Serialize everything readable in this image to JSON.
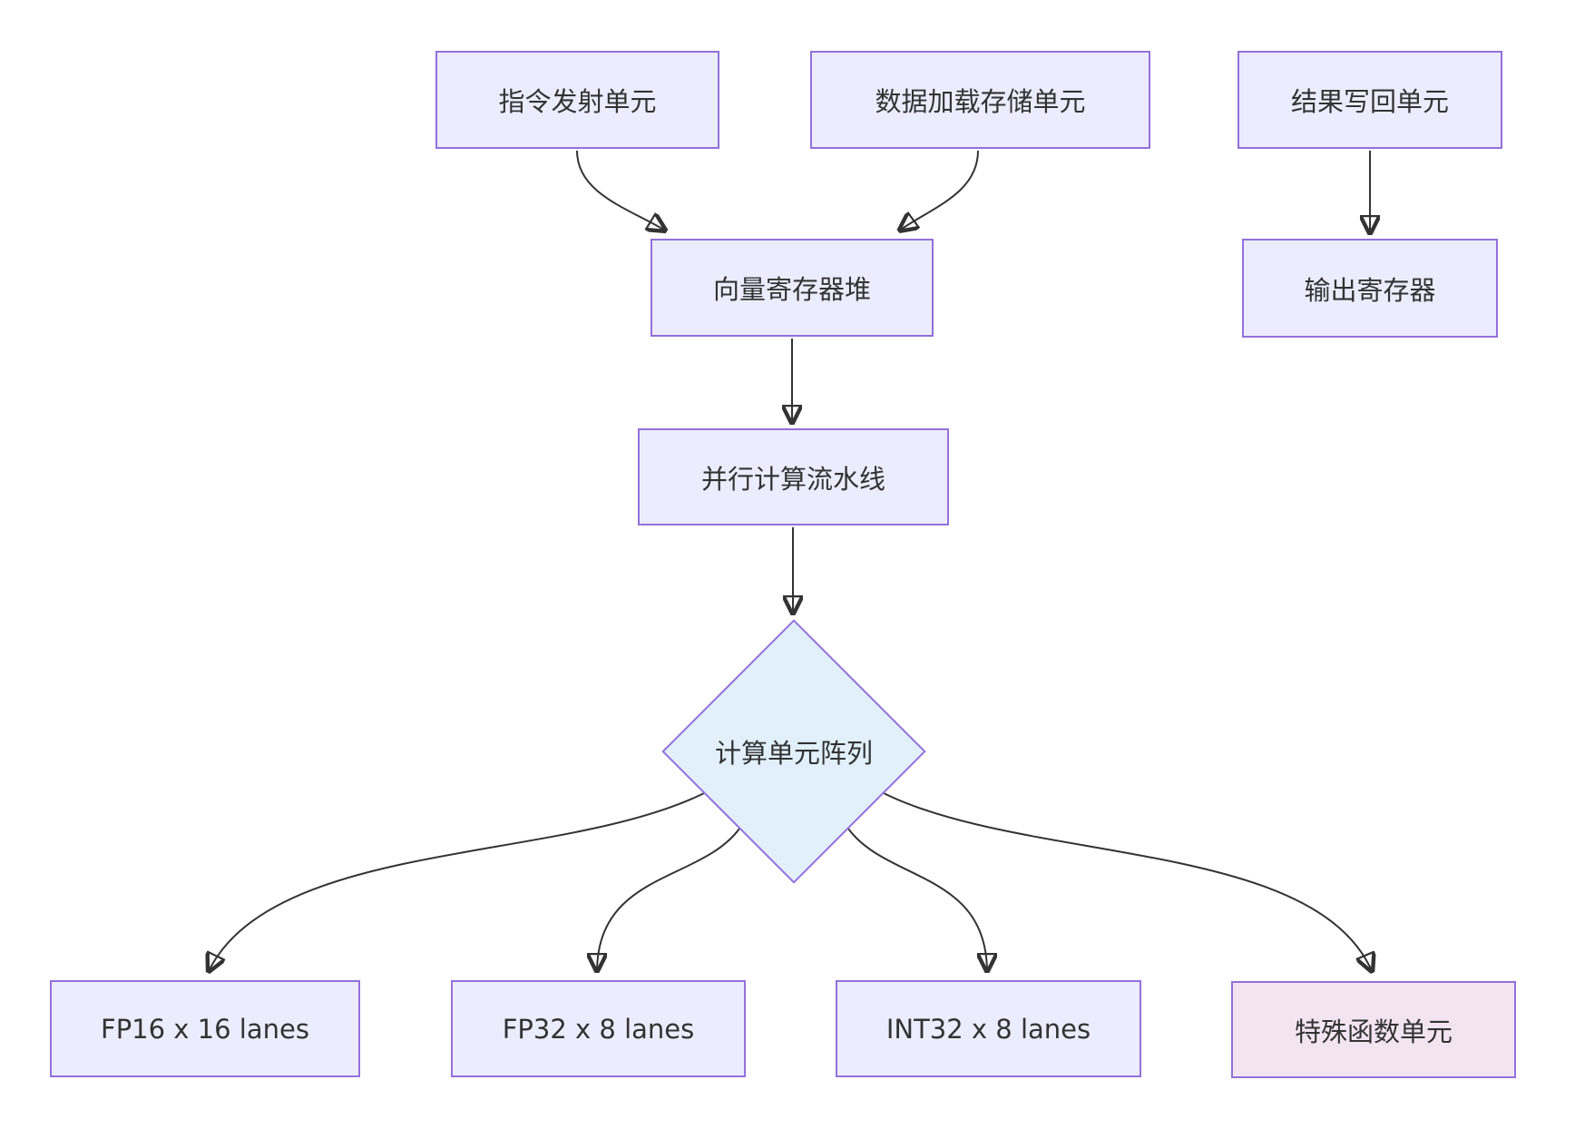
{
  "diagram": {
    "type": "flowchart",
    "direction": "top-down",
    "nodes": {
      "issue": {
        "label": "指令发射单元",
        "shape": "rect",
        "fill": "#ECECFF"
      },
      "loadstore": {
        "label": "数据加载存储单元",
        "shape": "rect",
        "fill": "#ECECFF"
      },
      "writeback": {
        "label": "结果写回单元",
        "shape": "rect",
        "fill": "#ECECFF"
      },
      "vrf": {
        "label": "向量寄存器堆",
        "shape": "rect",
        "fill": "#ECECFF"
      },
      "outreg": {
        "label": "输出寄存器",
        "shape": "rect",
        "fill": "#ECECFF"
      },
      "pipeline": {
        "label": "并行计算流水线",
        "shape": "rect",
        "fill": "#ECECFF"
      },
      "cuarray": {
        "label": "计算单元阵列",
        "shape": "diamond",
        "fill": "#E1F0FB"
      },
      "fp16": {
        "label": "FP16 x 16 lanes",
        "shape": "rect",
        "fill": "#ECECFF"
      },
      "fp32": {
        "label": "FP32 x 8 lanes",
        "shape": "rect",
        "fill": "#ECECFF"
      },
      "int32": {
        "label": "INT32 x 8 lanes",
        "shape": "rect",
        "fill": "#ECECFF"
      },
      "sfu": {
        "label": "特殊函数单元",
        "shape": "rect",
        "fill": "#F2E4F1"
      }
    },
    "edges": [
      {
        "from": "issue",
        "to": "vrf"
      },
      {
        "from": "loadstore",
        "to": "vrf"
      },
      {
        "from": "writeback",
        "to": "outreg"
      },
      {
        "from": "vrf",
        "to": "pipeline"
      },
      {
        "from": "pipeline",
        "to": "cuarray"
      },
      {
        "from": "cuarray",
        "to": "fp16"
      },
      {
        "from": "cuarray",
        "to": "fp32"
      },
      {
        "from": "cuarray",
        "to": "int32"
      },
      {
        "from": "cuarray",
        "to": "sfu"
      }
    ],
    "colors": {
      "node_fill": "#ECECFF",
      "node_border": "#9370DB",
      "diamond_fill": "#E1F0FB",
      "sfu_fill": "#F2E4F1",
      "edge_stroke": "#333333",
      "text": "#333333",
      "background": "#FFFFFF"
    }
  }
}
